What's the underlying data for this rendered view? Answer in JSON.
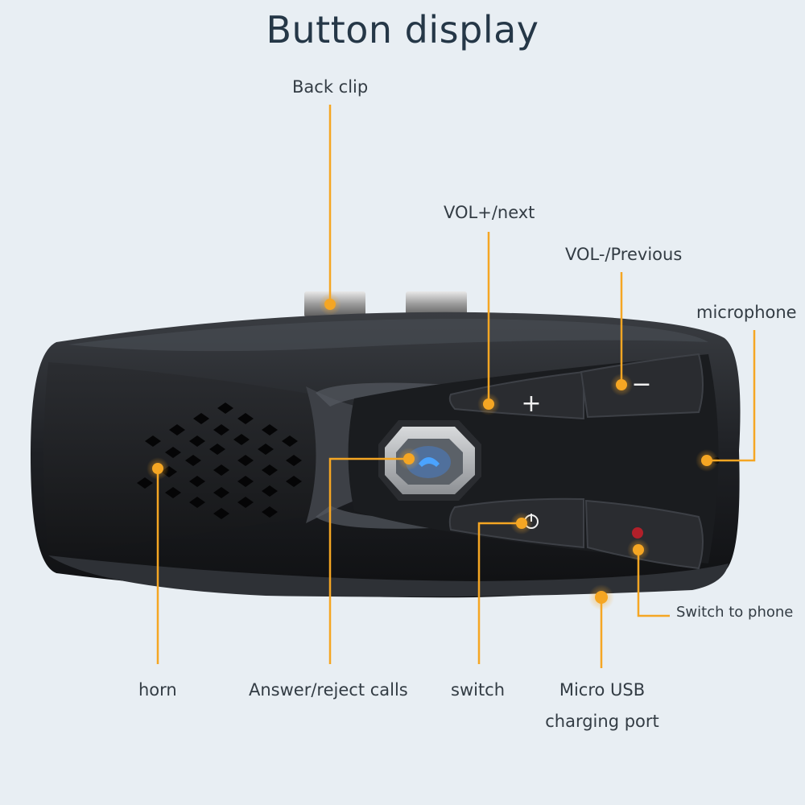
{
  "title": "Button display",
  "accent_color": "#f5a623",
  "labels": {
    "back_clip": "Back clip",
    "vol_up": "VOL+/next",
    "vol_down": "VOL-/Previous",
    "microphone": "microphone",
    "switch_to_phone": "Switch to phone",
    "horn": "horn",
    "answer_reject": "Answer/reject calls",
    "switch": "switch",
    "usb_line1": "Micro USB",
    "usb_line2": "charging port"
  },
  "buttons": {
    "plus_glyph": "+",
    "minus_glyph": "−"
  }
}
